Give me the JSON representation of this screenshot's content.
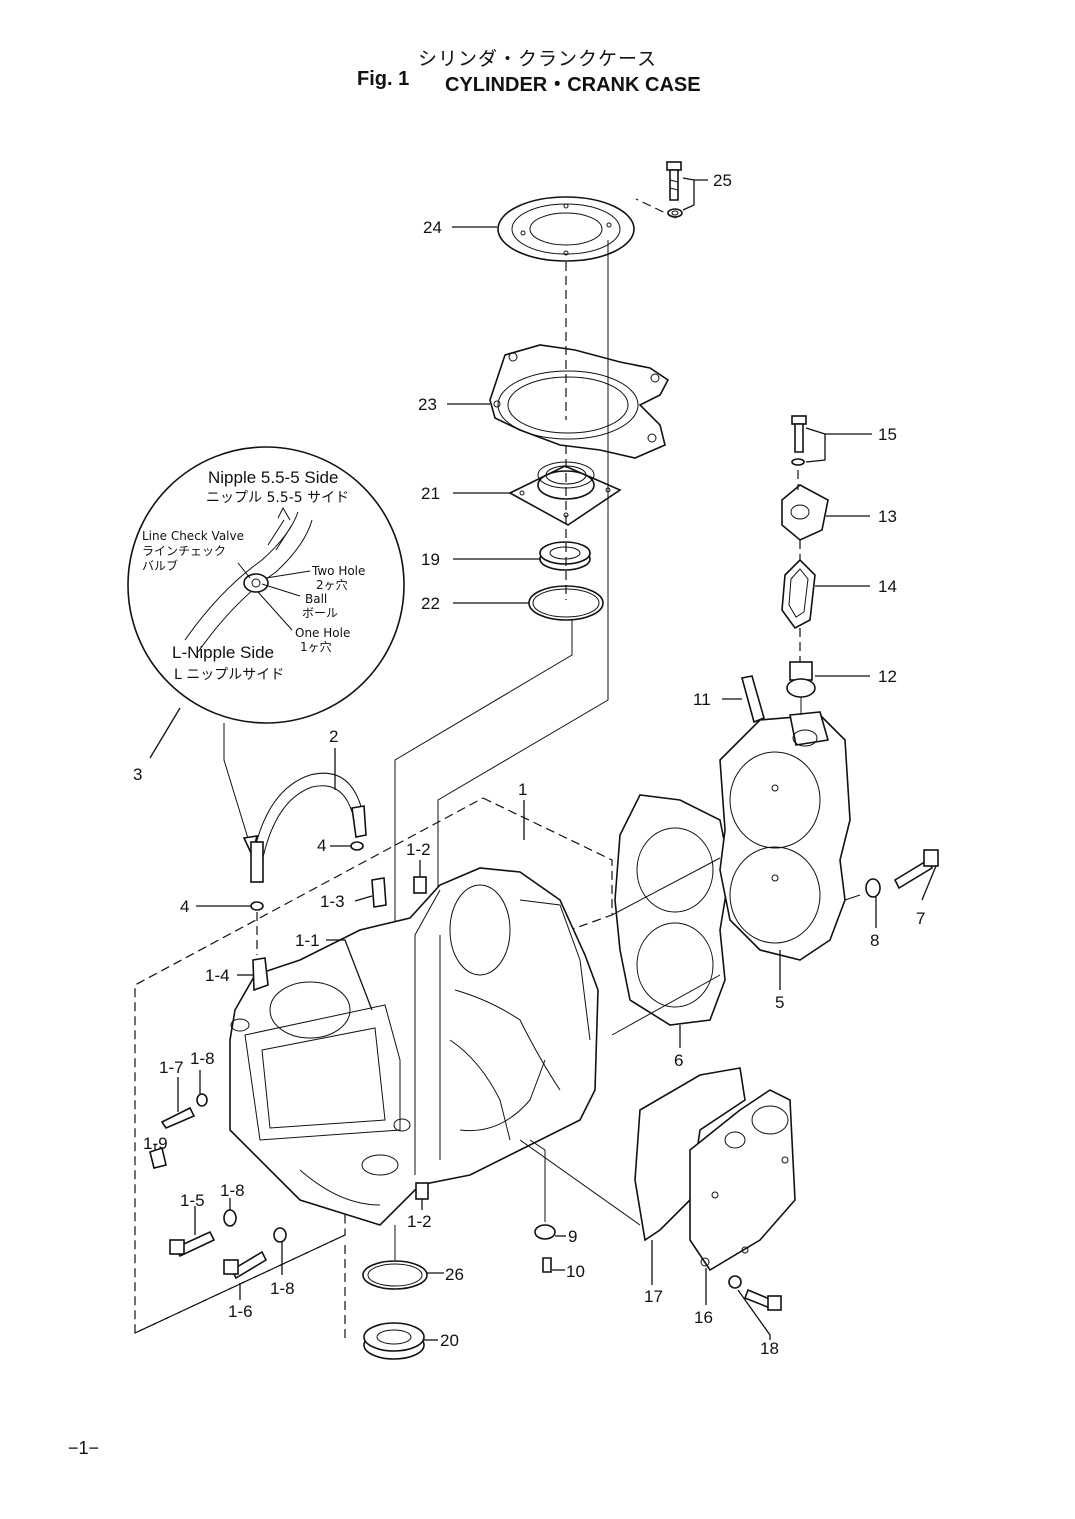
{
  "header": {
    "title_jp": "シリンダ・クランクケース",
    "fig_label": "Fig. 1",
    "title_en": "CYLINDER・CRANK CASE"
  },
  "detail": {
    "nipple_side_en": "Nipple 5.5-5 Side",
    "nipple_side_jp": "ニップル 5.5-5 サイド",
    "check_valve_en": "Line Check Valve",
    "check_valve_jp1": "ラインチェック",
    "check_valve_jp2": "バルブ",
    "two_hole_en": "Two Hole",
    "two_hole_jp": "2ヶ穴",
    "ball_en": "Ball",
    "ball_jp": "ボール",
    "one_hole_en": "One Hole",
    "one_hole_jp": "1ヶ穴",
    "l_nipple_en": "L-Nipple Side",
    "l_nipple_jp": "L ニップルサイド"
  },
  "callouts": {
    "p1": "1",
    "p1_1": "1-1",
    "p1_2a": "1-2",
    "p1_2b": "1-2",
    "p1_3": "1-3",
    "p1_4": "1-4",
    "p1_5": "1-5",
    "p1_6": "1-6",
    "p1_7": "1-7",
    "p1_8a": "1-8",
    "p1_8b": "1-8",
    "p1_8c": "1-8",
    "p1_9": "1-9",
    "p2": "2",
    "p3": "3",
    "p4a": "4",
    "p4b": "4",
    "p5": "5",
    "p6": "6",
    "p7": "7",
    "p8": "8",
    "p9": "9",
    "p10": "10",
    "p11": "11",
    "p12": "12",
    "p13": "13",
    "p14": "14",
    "p15": "15",
    "p16": "16",
    "p17": "17",
    "p18": "18",
    "p19": "19",
    "p20": "20",
    "p21": "21",
    "p22": "22",
    "p23": "23",
    "p24": "24",
    "p25": "25",
    "p26": "26"
  },
  "footer": {
    "page": "−1−"
  }
}
